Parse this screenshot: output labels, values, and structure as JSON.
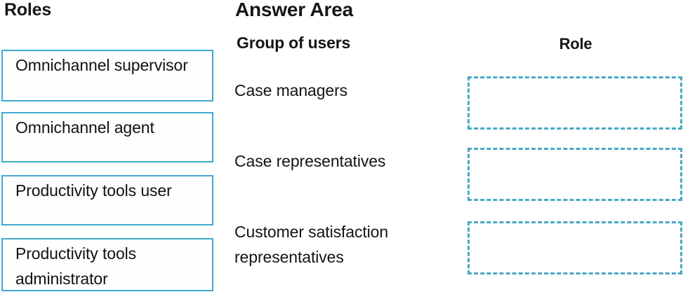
{
  "left_panel": {
    "heading": "Roles",
    "roles": [
      {
        "label": "Omnichannel supervisor"
      },
      {
        "label": "Omnichannel agent"
      },
      {
        "label": "Productivity tools user"
      },
      {
        "label": "Productivity tools administrator"
      }
    ]
  },
  "answer_area": {
    "title": "Answer Area",
    "columns": {
      "group_of_users": "Group of users",
      "role": "Role"
    },
    "rows": [
      {
        "group": "Case managers",
        "role_value": ""
      },
      {
        "group": "Case representatives",
        "role_value": ""
      },
      {
        "group": "Customer satisfaction representatives",
        "role_value": ""
      }
    ]
  },
  "colors": {
    "role_box_border": "#3fa9cd",
    "answer_slot_border": "#49a8c4",
    "text": "#121212",
    "background": "#ffffff"
  }
}
